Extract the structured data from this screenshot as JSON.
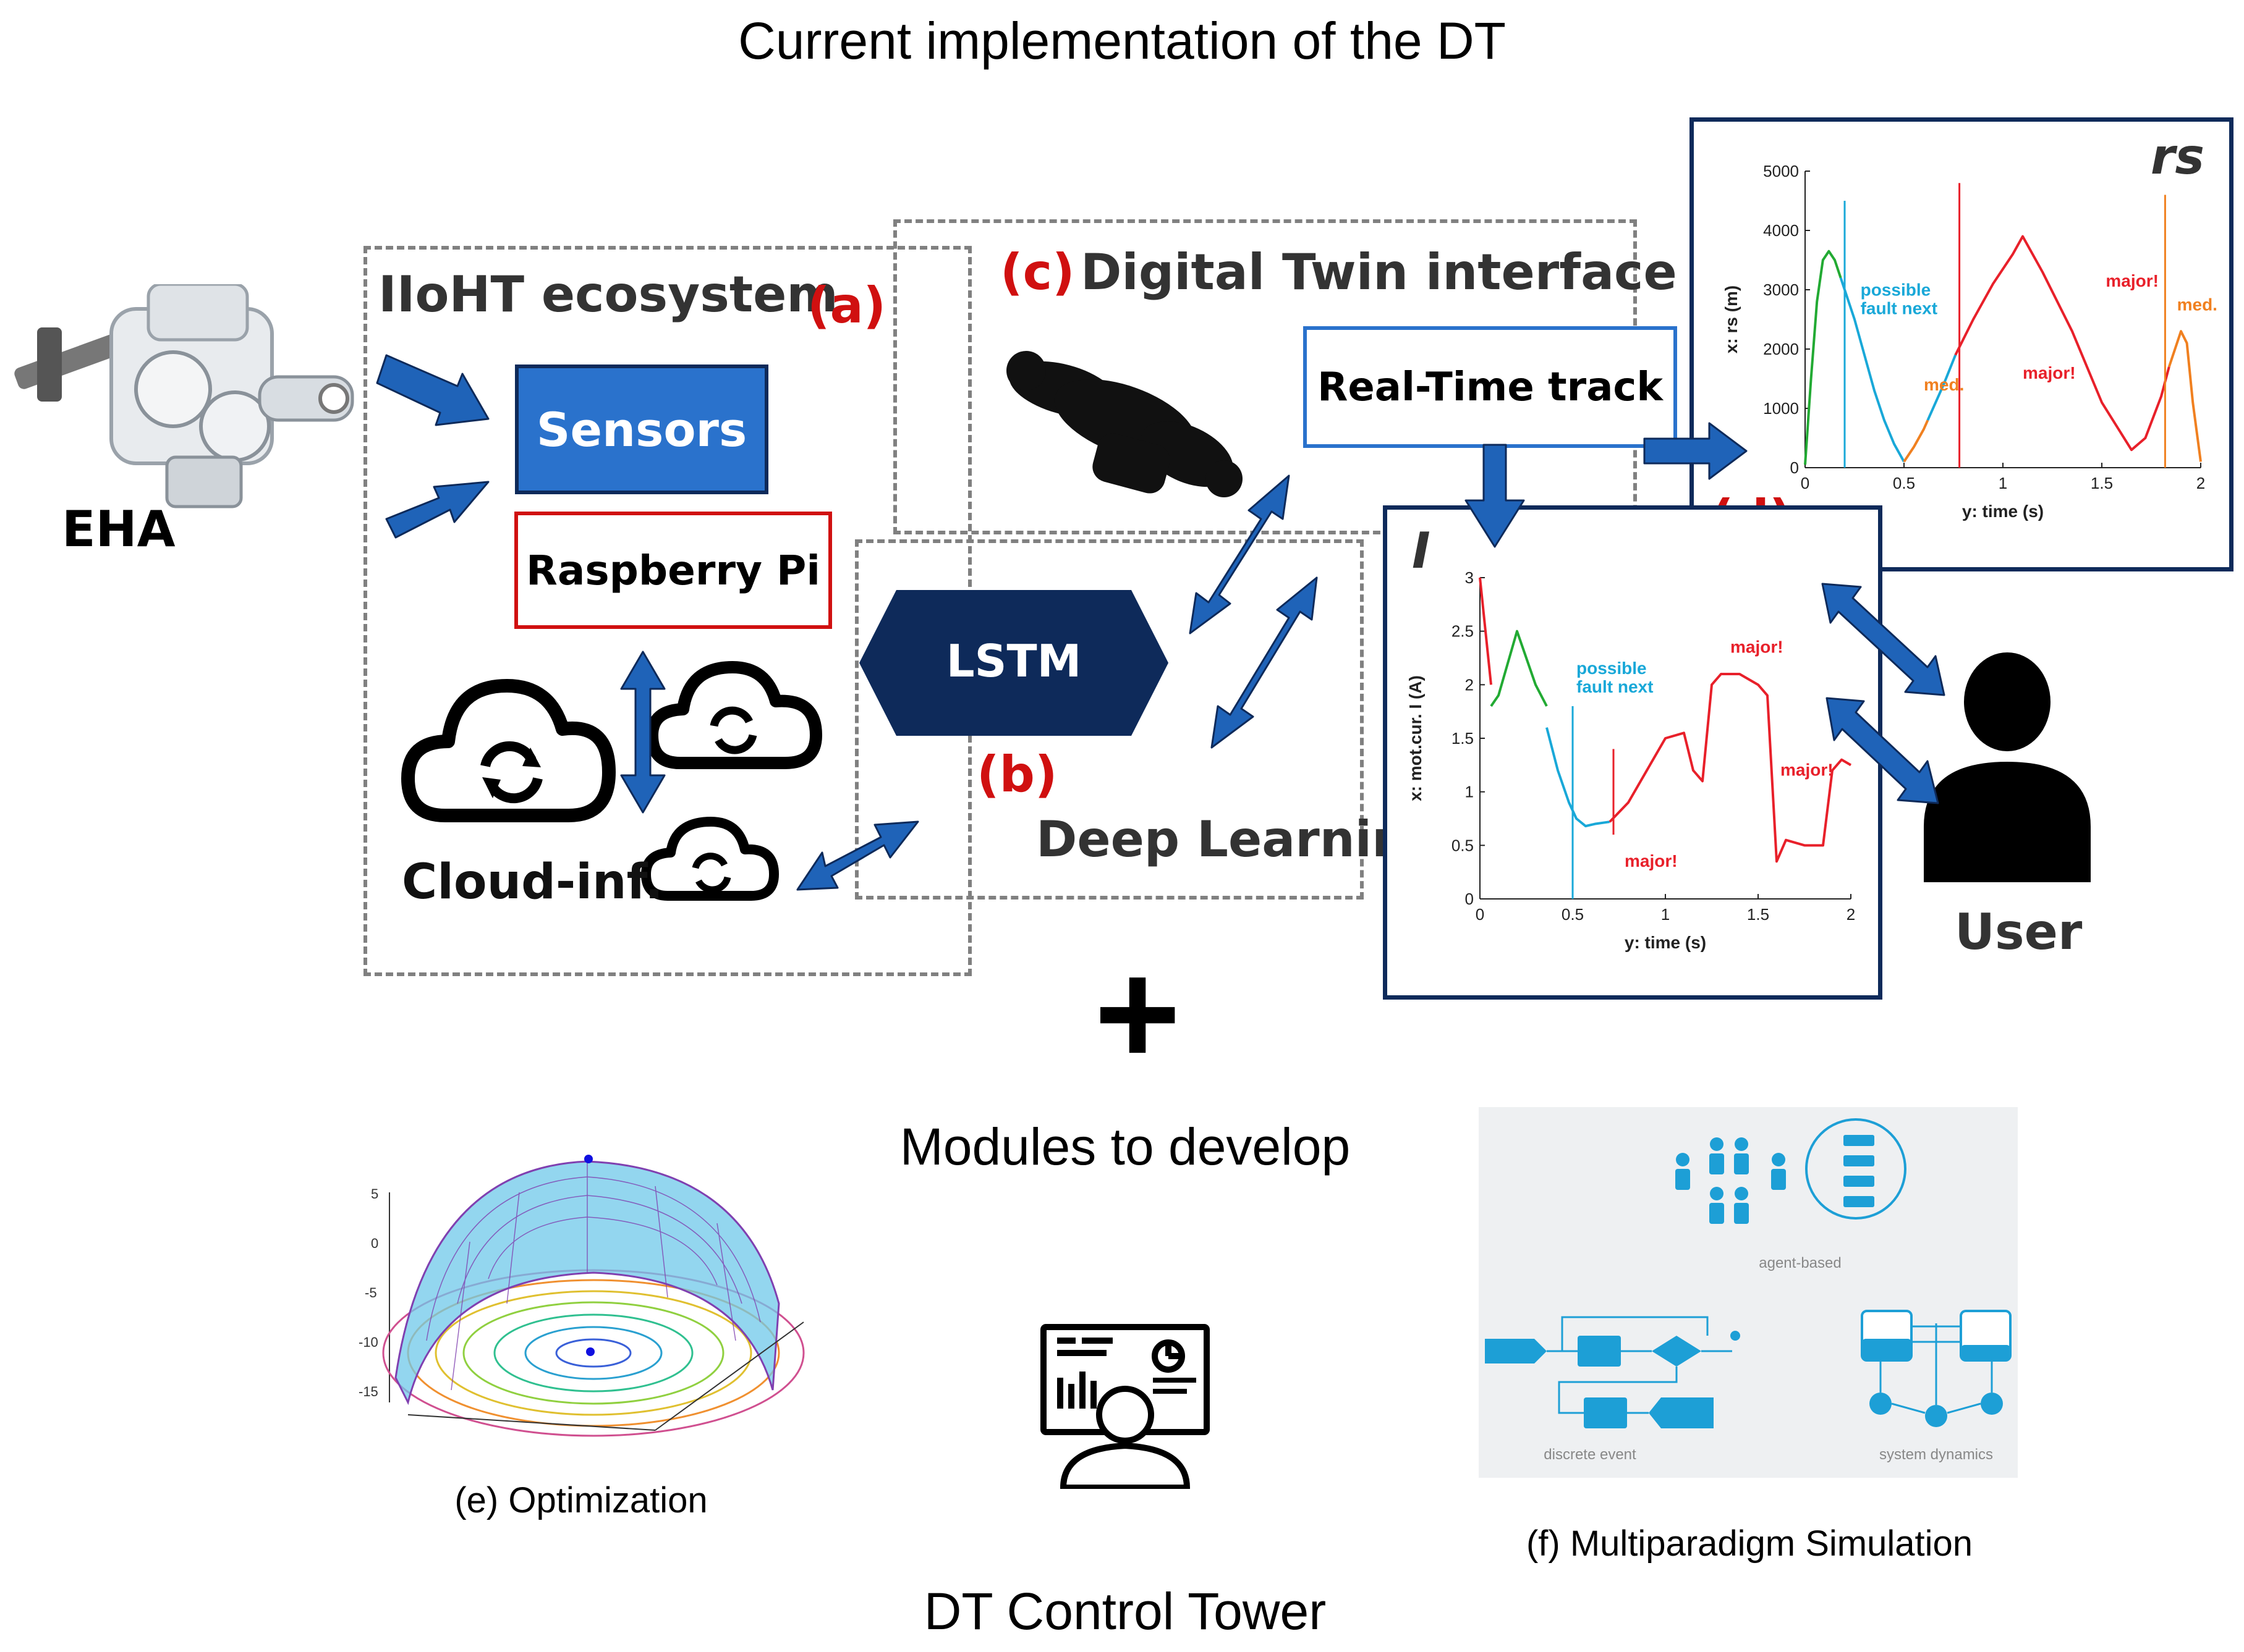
{
  "title": "Current implementation of the DT",
  "eha": {
    "label": "EHA"
  },
  "ecosystem": {
    "title": "IIoHT ecosystem",
    "tag": "(a)",
    "sensors": "Sensors",
    "rpi": "Raspberry Pi",
    "cloud": "Cloud-inf."
  },
  "dt_interface": {
    "tag": "(c)",
    "title": "Digital Twin interface",
    "realtime": "Real-Time track"
  },
  "deep_learning": {
    "lstm": "LSTM",
    "tag": "(b)",
    "label": "Deep Learning"
  },
  "panel_rs": {
    "corner": "rs",
    "tag": "(d)"
  },
  "panel_i": {
    "corner": "I"
  },
  "user": {
    "label": "User"
  },
  "plus": "+",
  "modules_title": "Modules to develop",
  "optimization": {
    "caption": "(e) Optimization"
  },
  "control_tower": {
    "caption": "DT Control Tower"
  },
  "multiparadigm": {
    "caption": "(f) Multiparadigm Simulation",
    "agent": "agent-based",
    "discrete": "discrete event",
    "sysdyn": "system dynamics"
  },
  "colors": {
    "arrow": "#1f63b8",
    "navy": "#0e2a5a",
    "red_tag": "#d01010",
    "green": "#22aa33",
    "cyan": "#19a8d8",
    "red": "#e8202a",
    "orange": "#f08020",
    "sim_blue": "#1d9fd6"
  },
  "chart_data": [
    {
      "type": "line",
      "id": "rs",
      "xlabel": "y: time (s)",
      "ylabel": "x: rs (m)",
      "xlim": [
        0,
        2
      ],
      "ylim": [
        0,
        5000
      ],
      "xticks": [
        "0",
        "0.5",
        "1",
        "1.5",
        "2"
      ],
      "yticks": [
        "0",
        "1000",
        "2000",
        "3000",
        "4000",
        "5000"
      ],
      "series": [
        {
          "color": "green",
          "x": [
            0,
            0.03,
            0.06,
            0.09,
            0.12,
            0.15,
            0.18
          ],
          "y": [
            50,
            1500,
            2800,
            3500,
            3650,
            3500,
            3200
          ]
        },
        {
          "color": "cyan",
          "x": [
            0.18,
            0.25,
            0.3,
            0.35,
            0.4,
            0.45,
            0.5
          ],
          "y": [
            3200,
            2500,
            1900,
            1300,
            800,
            400,
            100
          ]
        },
        {
          "color": "orange",
          "x": [
            0.5,
            0.55,
            0.6,
            0.62
          ],
          "y": [
            100,
            350,
            650,
            800
          ]
        },
        {
          "color": "cyan",
          "x": [
            0.62,
            0.7,
            0.76
          ],
          "y": [
            800,
            1400,
            1900
          ]
        },
        {
          "color": "red",
          "x": [
            0.76,
            0.85,
            0.95,
            1.05,
            1.1,
            1.2,
            1.35,
            1.5,
            1.65,
            1.72,
            1.8,
            1.84
          ],
          "y": [
            1900,
            2500,
            3100,
            3600,
            3900,
            3300,
            2300,
            1100,
            300,
            500,
            1200,
            1700
          ]
        },
        {
          "color": "orange",
          "x": [
            1.84,
            1.9,
            1.93,
            1.96,
            2.0
          ],
          "y": [
            1700,
            2300,
            2100,
            1100,
            100
          ]
        }
      ],
      "annotations": [
        {
          "text": "possible fault next",
          "color": "cyan"
        },
        {
          "text": "med.",
          "color": "orange"
        },
        {
          "text": "major!",
          "color": "red"
        },
        {
          "text": "major!",
          "color": "red"
        },
        {
          "text": "med.",
          "color": "orange"
        }
      ]
    },
    {
      "type": "line",
      "id": "I",
      "xlabel": "y: time (s)",
      "ylabel": "x: mot.cur. I (A)",
      "xlim": [
        0,
        2
      ],
      "ylim": [
        0,
        3
      ],
      "xticks": [
        "0",
        "0.5",
        "1",
        "1.5",
        "2"
      ],
      "yticks": [
        "0",
        "0.5",
        "1",
        "1.5",
        "2",
        "2.5",
        "3"
      ],
      "series": [
        {
          "color": "red",
          "x": [
            0,
            0.03,
            0.06
          ],
          "y": [
            3,
            2.5,
            2.0
          ]
        },
        {
          "color": "green",
          "x": [
            0.06,
            0.1,
            0.15,
            0.2,
            0.24,
            0.3,
            0.36
          ],
          "y": [
            1.8,
            1.9,
            2.2,
            2.5,
            2.3,
            2.0,
            1.8
          ]
        },
        {
          "color": "cyan",
          "x": [
            0.36,
            0.42,
            0.48,
            0.52,
            0.57,
            0.62,
            0.7
          ],
          "y": [
            1.6,
            1.2,
            0.9,
            0.75,
            0.68,
            0.7,
            0.72
          ]
        },
        {
          "color": "red",
          "x": [
            0.7,
            0.8,
            0.9,
            1.0,
            1.1,
            1.15,
            1.2,
            1.25,
            1.3,
            1.4,
            1.5,
            1.55,
            1.6,
            1.65,
            1.75,
            1.85,
            1.9,
            1.95,
            2.0
          ],
          "y": [
            0.72,
            0.9,
            1.2,
            1.5,
            1.55,
            1.2,
            1.1,
            2.0,
            2.1,
            2.1,
            2.0,
            1.9,
            0.35,
            0.55,
            0.5,
            0.5,
            1.2,
            1.3,
            1.25
          ]
        }
      ],
      "annotations": [
        {
          "text": "possible fault next",
          "color": "cyan"
        },
        {
          "text": "major!",
          "color": "red"
        },
        {
          "text": "major!",
          "color": "red"
        },
        {
          "text": "major!",
          "color": "red"
        }
      ]
    }
  ]
}
